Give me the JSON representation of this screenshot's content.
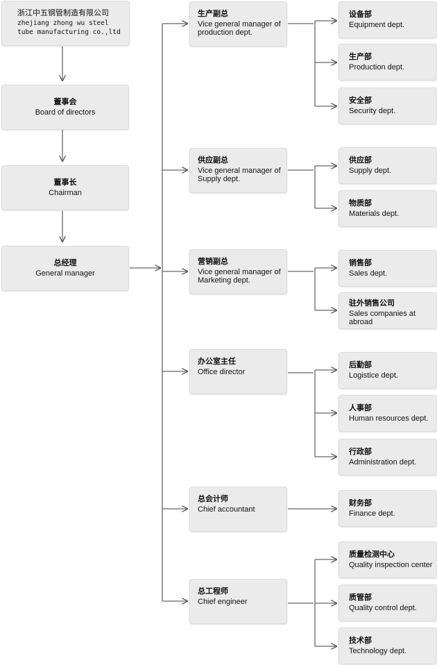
{
  "company": {
    "zh": "浙江中五钢管制造有限公司",
    "en_line1": "zhejiang zhong wu steel",
    "en_line2": "tube manufacturing co.,ltd"
  },
  "chain": {
    "board": {
      "zh": "董事会",
      "en": "Board of directors"
    },
    "chairman": {
      "zh": "董事长",
      "en": "Chairman"
    },
    "gm": {
      "zh": "总经理",
      "en": "General manager"
    }
  },
  "branches": [
    {
      "zh": "生产副总",
      "en": "Vice general manager of production dept.",
      "depts": [
        {
          "zh": "设备部",
          "en": "Equipment dept."
        },
        {
          "zh": "生产部",
          "en": "Production dept."
        },
        {
          "zh": "安全部",
          "en": "Security dept."
        }
      ]
    },
    {
      "zh": "供应副总",
      "en": "Vice general manager of Supply dept.",
      "depts": [
        {
          "zh": "供应部",
          "en": "Supply dept."
        },
        {
          "zh": "物质部",
          "en": "Materials dept."
        }
      ]
    },
    {
      "zh": "营销副总",
      "en": "Vice general manager of Marketing dept.",
      "depts": [
        {
          "zh": "销售部",
          "en": "Sales dept."
        },
        {
          "zh": "驻外销售公司",
          "en": "Sales companies at abroad"
        }
      ]
    },
    {
      "zh": "办公室主任",
      "en": "Office director",
      "depts": [
        {
          "zh": "后勤部",
          "en": "Logistice dept."
        },
        {
          "zh": "人事部",
          "en": "Human resources dept."
        },
        {
          "zh": "行政部",
          "en": "Administration dept."
        }
      ]
    },
    {
      "zh": "总会计师",
      "en": "Chief accountant",
      "depts": [
        {
          "zh": "财务部",
          "en": "Finance dept."
        }
      ]
    },
    {
      "zh": "总工程师",
      "en": "Chief engineer",
      "depts": [
        {
          "zh": "质量检测中心",
          "en": "Quality inspection center"
        },
        {
          "zh": "质管部",
          "en": "Quality control dept."
        },
        {
          "zh": "技术部",
          "en": "Technology dept."
        }
      ]
    }
  ]
}
